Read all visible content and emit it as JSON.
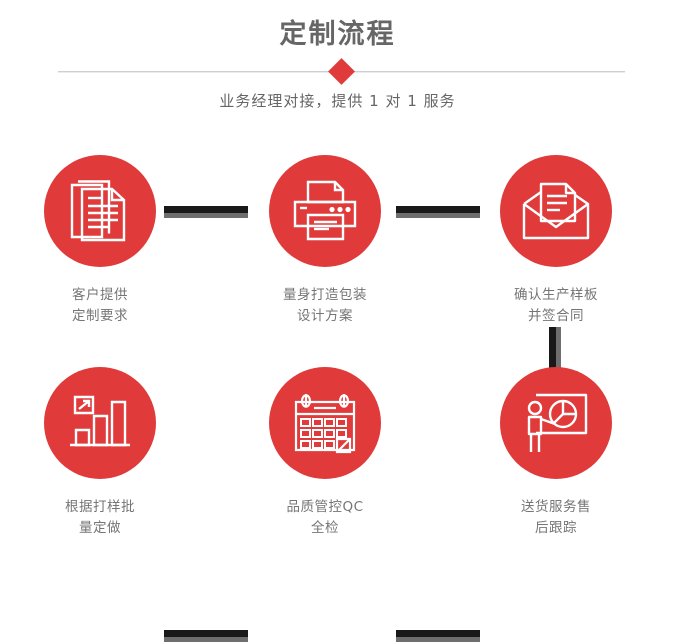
{
  "header": {
    "title": "定制流程",
    "subtitle": "业务经理对接，提供 1 对 1 服务",
    "diamond_color": "#e03a3a",
    "divider_color": "#cfcfcf",
    "title_color": "#666666"
  },
  "theme": {
    "accent": "#e03a3a",
    "connector_dark": "#191919",
    "connector_shadow": "#6e6e6e",
    "label_color": "#757575",
    "background": "#ffffff"
  },
  "steps": [
    {
      "index": 1,
      "icon": "documents-stack-icon",
      "label_line1": "客户提供",
      "label_line2": "定制要求"
    },
    {
      "index": 2,
      "icon": "printer-icon",
      "label_line1": "量身打造包装",
      "label_line2": "设计方案"
    },
    {
      "index": 3,
      "icon": "envelope-document-icon",
      "label_line1": "确认生产样板",
      "label_line2": "并签合同"
    },
    {
      "index": 4,
      "icon": "bar-chart-growth-icon",
      "label_line1": "根据打样批",
      "label_line2": "量定做"
    },
    {
      "index": 5,
      "icon": "calendar-icon",
      "label_line1": "品质管控QC",
      "label_line2": "全检"
    },
    {
      "index": 6,
      "icon": "presenter-piechart-icon",
      "label_line1": "送货服务售",
      "label_line2": "后跟踪"
    }
  ],
  "connectors": [
    {
      "name": "connector-step1-step2",
      "orientation": "horizontal"
    },
    {
      "name": "connector-step2-step3",
      "orientation": "horizontal"
    },
    {
      "name": "connector-step3-step4",
      "orientation": "vertical"
    },
    {
      "name": "connector-step4-step5",
      "orientation": "horizontal"
    },
    {
      "name": "connector-step5-step6",
      "orientation": "horizontal"
    }
  ]
}
